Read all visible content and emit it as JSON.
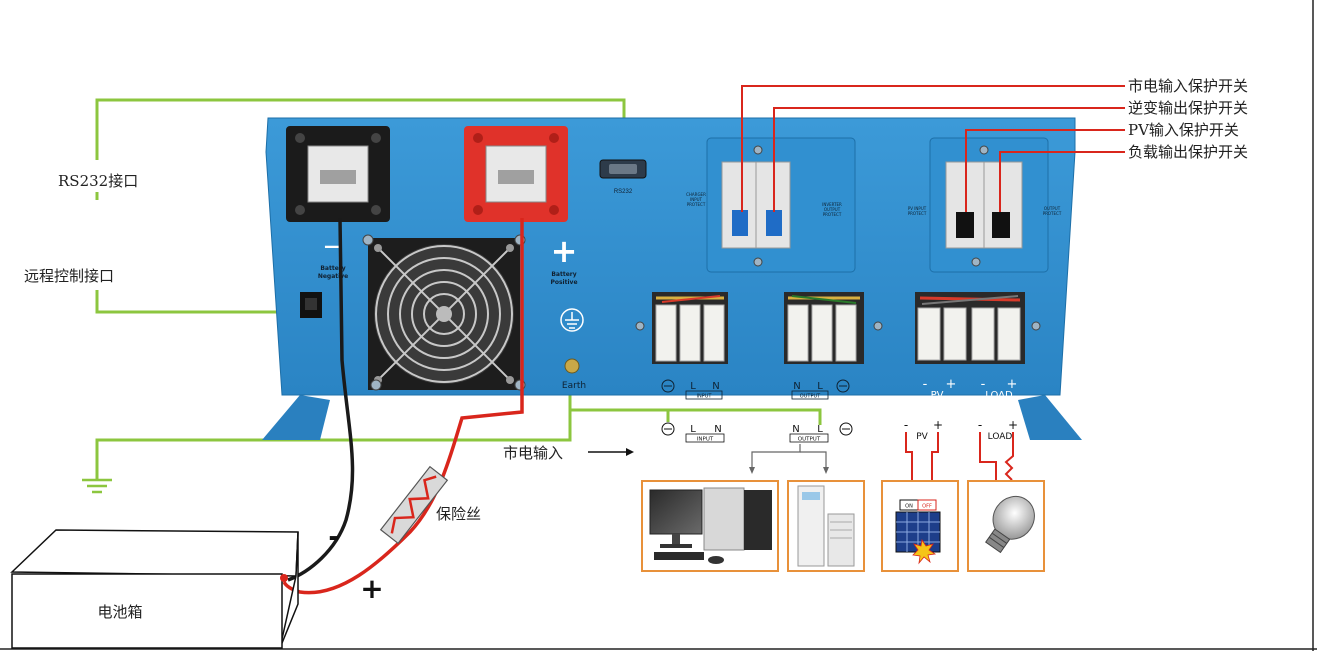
{
  "callouts": {
    "grid_input_breaker": "市电输入保护开关",
    "inverter_output_breaker": "逆变输出保护开关",
    "pv_input_breaker": "PV输入保护开关",
    "load_output_breaker": "负载输出保护开关",
    "rs232_port": "RS232接口",
    "remote_control_port": "远程控制接口",
    "grid_input": "市电输入",
    "fuse": "保险丝",
    "battery_box": "电池箱",
    "minus_sign": "-",
    "plus_sign": "+"
  },
  "panel": {
    "rs232": "RS232",
    "battery_negative_1": "Battery",
    "battery_negative_2": "Negative",
    "battery_positive_1": "Battery",
    "battery_positive_2": "Positive",
    "minus_symbol": "—",
    "plus_symbol": "+",
    "earth": "Earth",
    "charger_protect_1": "CHARGER",
    "charger_protect_2": "INPUT",
    "charger_protect_3": "PROTECT",
    "inverter_protect_1": "INVERTER",
    "inverter_protect_2": "OUTPUT",
    "inverter_protect_3": "PROTECT",
    "pv_protect_1": "PV INPUT",
    "pv_protect_2": "PROTECT",
    "load_protect_1": "OUTPUT",
    "load_protect_2": "PROTECT",
    "input_l": "L",
    "input_n": "N",
    "input_tag": "INPUT",
    "output_n": "N",
    "output_l": "L",
    "output_tag": "OUTPUT",
    "pv_minus": "-",
    "pv_plus": "+",
    "pv_label": "PV",
    "load_minus": "-",
    "load_plus": "+",
    "load_label": "LOAD"
  },
  "below": {
    "input_l": "L",
    "input_n": "N",
    "input_tag": "INPUT",
    "output_n": "N",
    "output_l": "L",
    "output_tag": "OUTPUT",
    "pv_minus": "-",
    "pv_plus": "+",
    "pv_label": "PV",
    "load_minus": "-",
    "load_plus": "+",
    "load_label": "LOAD",
    "solar_on": "ON",
    "solar_off": "OFF"
  },
  "colors": {
    "panel_blue": "#2f8fce",
    "panel_dark": "#1d6fa8",
    "green_wire": "#8cc63f",
    "red_wire": "#d9261c",
    "black_wire": "#1a1a1a",
    "orange_box": "#e8913a"
  }
}
